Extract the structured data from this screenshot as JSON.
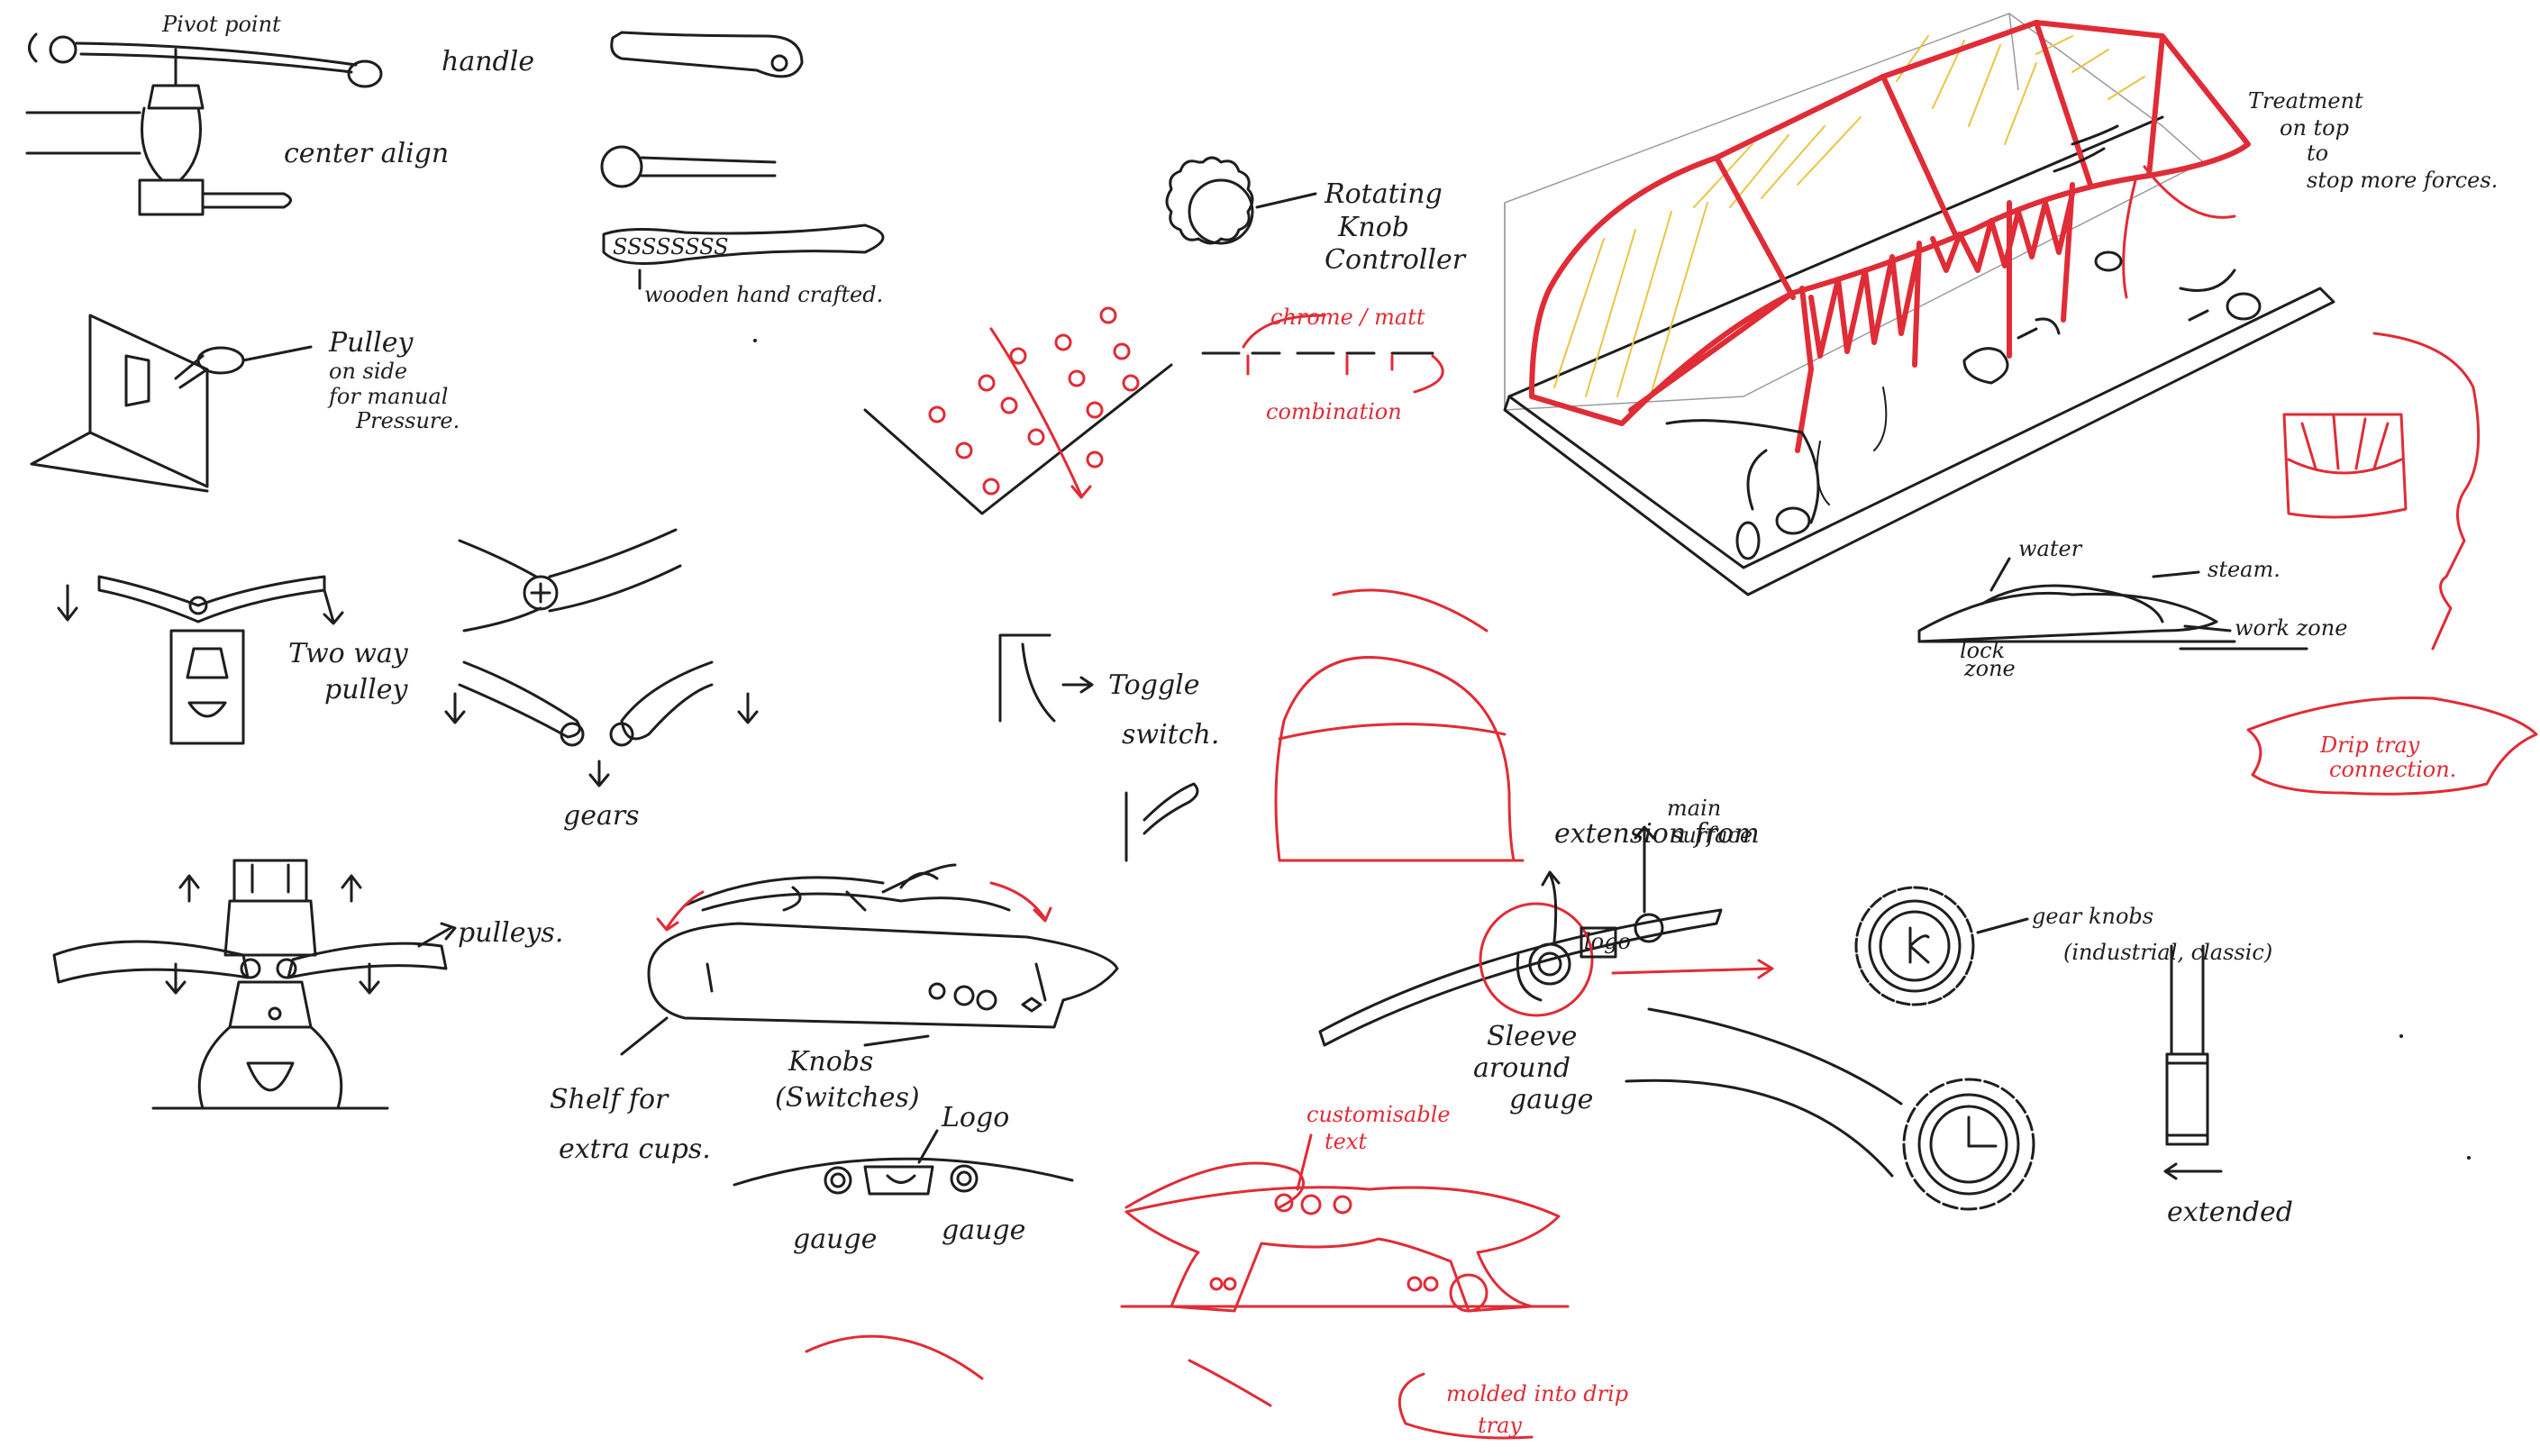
{
  "colors": {
    "ink": "#1e1e1e",
    "red": "#e02c36",
    "yellow": "#e8c545",
    "paper": "#ffffff"
  },
  "labels": {
    "pivot_point": "Pivot point",
    "handle": "handle",
    "center_align": "center align",
    "wooden_hand_crafted": "wooden hand crafted.",
    "squiggle": "SSSSSSSS",
    "pulley_on_side": [
      "Pulley",
      "on side",
      "for manual",
      "Pressure."
    ],
    "two_way_pulley": [
      "Two way",
      "pulley"
    ],
    "gears": "gears",
    "pulleys": "pulleys.",
    "rotating_knob": [
      "Rotating",
      "Knob",
      "Controller"
    ],
    "chrome_matt": "chrome / matt",
    "combination": "combination",
    "toggle_switch": [
      "Toggle",
      "switch."
    ],
    "shelf_for_extra_cups": [
      "Shelf for",
      "extra cups."
    ],
    "knobs_switches": [
      "Knobs",
      "(Switches)"
    ],
    "logo": "Logo",
    "gauge_left": "gauge",
    "gauge_right": "gauge",
    "extension_from_main_surface": [
      "extension from",
      "main",
      "surface"
    ],
    "logo_box": "logo",
    "sleeve_around_gauge": [
      "Sleeve",
      "around",
      "gauge"
    ],
    "gear_knobs": [
      "gear knobs",
      "(industrial, classic)"
    ],
    "extended": "extended",
    "treatment_on_top": [
      "Treatment",
      "on top",
      "to",
      "stop more forces."
    ],
    "water": "water",
    "steam": "steam.",
    "work_zone": "work zone",
    "lock_zone": [
      "lock",
      "zone"
    ],
    "drip_tray_connection": [
      "Drip tray",
      "connection."
    ],
    "customisable_text": [
      "customisable",
      "text"
    ],
    "molded_into_drip_tray": [
      "molded into drip",
      "tray"
    ]
  }
}
